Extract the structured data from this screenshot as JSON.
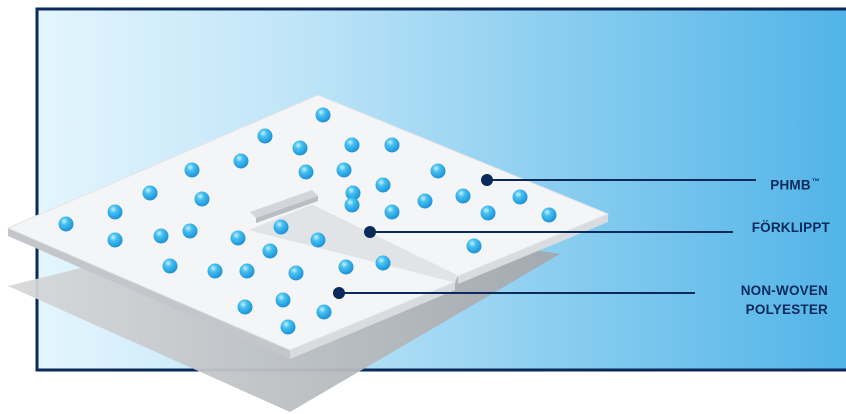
{
  "colors": {
    "frame": "#0b2a5b",
    "gradient_start": "#dff3fc",
    "gradient_end": "#55b6e8",
    "pad_top": "#f4f4f4",
    "pad_edge": "#c9cdd1",
    "shadow": "#b5b8bb",
    "dot": "#2aa6e6",
    "dot_highlight": "#a8e4fb",
    "leader": "#0b2a5b"
  },
  "icons": [
    "antimicrobial-dot-icon"
  ],
  "labels": {
    "phmb": "PHMB",
    "phmb_mark": "™",
    "forklippt": "FÖRKLIPPT",
    "nonwoven_line1": "NON-WOVEN",
    "nonwoven_line2": "POLYESTER"
  }
}
